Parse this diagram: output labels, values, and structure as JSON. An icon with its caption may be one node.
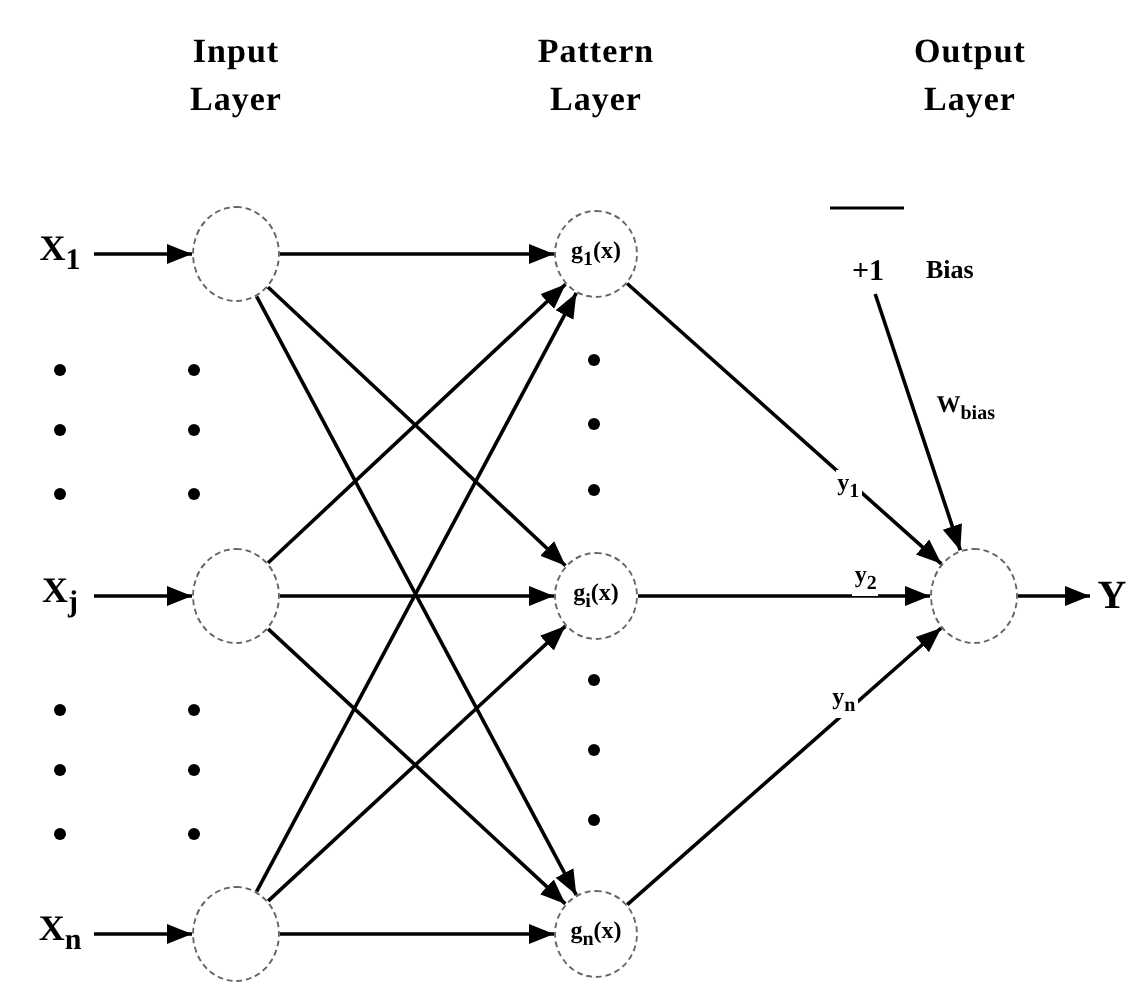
{
  "diagram": {
    "nodes": [
      {
        "text": [
          "X$_{1}$"
        ]
      },
      {
        "text": [],
        "shape": "circle"
      },
      {
        "text": [
          "X$_{j}$"
        ]
      },
      {
        "text": [],
        "shape": "circle"
      },
      {
        "text": [
          "X$_{n}$"
        ]
      },
      {
        "text": [],
        "shape": "circle"
      },
      {
        "text": [
          "g$_{1}$(x)"
        ]
      },
      {
        "text": [
          "g$_{i}$(x)"
        ]
      },
      {
        "text": [
          "g$_{n}$(x)"
        ]
      },
      {
        "text": [
          "+1"
        ],
        "beside": [
          "Bias"
        ]
      },
      {
        "text": [],
        "shape": "circle"
      },
      {
        "text": [
          "Y"
        ]
      }
    ],
    "edges": [
      {
        "from": 0,
        "to": 1,
        "arrow": "to"
      },
      {
        "from": 2,
        "to": 3,
        "arrow": "to"
      },
      {
        "from": 4,
        "to": 5,
        "arrow": "to"
      },
      {
        "from": 1,
        "to": 6,
        "arrow": "to"
      },
      {
        "from": 1,
        "to": 7,
        "arrow": "to"
      },
      {
        "from": 1,
        "to": 8,
        "arrow": "to"
      },
      {
        "from": 3,
        "to": 6,
        "arrow": "to"
      },
      {
        "from": 3,
        "to": 7,
        "arrow": "to"
      },
      {
        "from": 3,
        "to": 8,
        "arrow": "to"
      },
      {
        "from": 5,
        "to": 6,
        "arrow": "to"
      },
      {
        "from": 5,
        "to": 7,
        "arrow": "to"
      },
      {
        "from": 5,
        "to": 8,
        "arrow": "to"
      },
      {
        "from": 6,
        "to": 10,
        "label": "y$_{1}$",
        "arrow": "to"
      },
      {
        "from": 7,
        "to": 10,
        "label": "y$_{2}$",
        "arrow": "to"
      },
      {
        "from": 8,
        "to": 10,
        "label": "y$_{n}$",
        "arrow": "to"
      },
      {
        "from": 9,
        "to": 10,
        "label": "W$_{bias}$",
        "arrow": "to"
      },
      {
        "from": 10,
        "to": 11,
        "arrow": "to"
      }
    ],
    "labels": [
      "Input Layer",
      "Pattern Layer",
      "Output Layer"
    ]
  }
}
